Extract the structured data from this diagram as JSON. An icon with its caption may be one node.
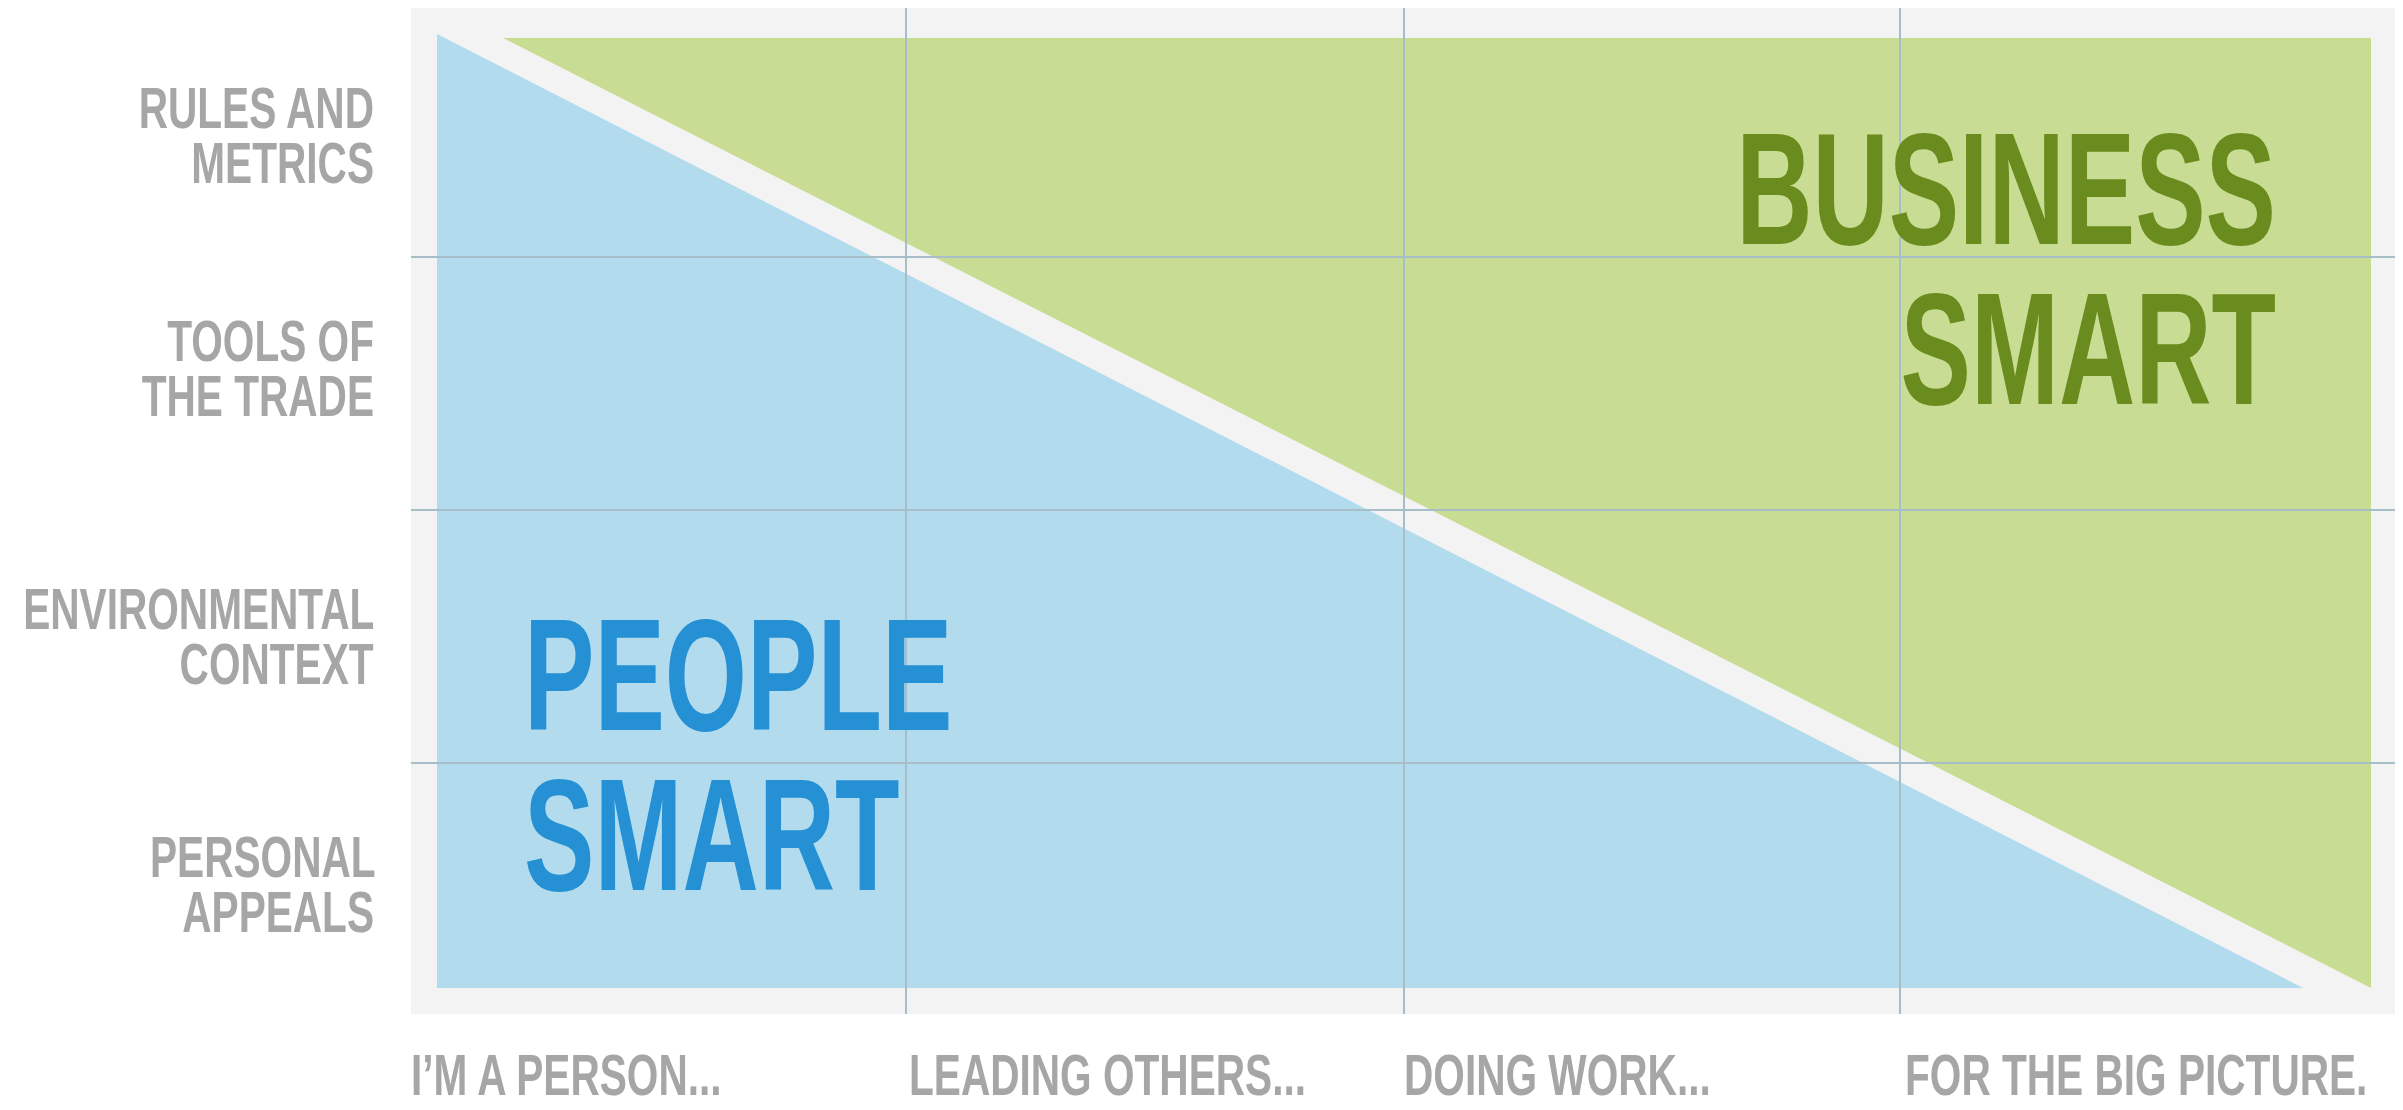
{
  "diagram": {
    "nodes": [
      {
        "text": [
          "BUSINESS SMART"
        ]
      },
      {
        "text": [
          "PEOPLE SMART"
        ]
      }
    ],
    "labels": [
      "RULES AND METRICS",
      "TOOLS OF THE TRADE",
      "ENVIRONMENTAL CONTEXT",
      "PERSONAL APPEALS",
      "I’M A PERSON...",
      "LEADING OTHERS...",
      "DOING WORK...",
      "FOR THE BIG PICTURE."
    ]
  }
}
